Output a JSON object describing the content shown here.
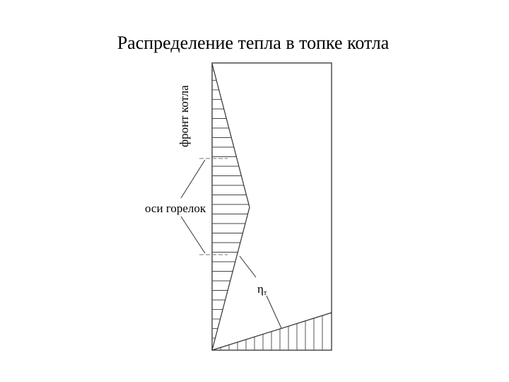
{
  "title": "Распределение тепла в топке котла",
  "labels": {
    "front": "фронт котла",
    "burner_axes": "оси горелок",
    "eta_main": "η",
    "eta_sub": "т"
  },
  "colors": {
    "line": "#333333",
    "hatch": "#444444",
    "text": "#000000",
    "background": "#ffffff"
  }
}
